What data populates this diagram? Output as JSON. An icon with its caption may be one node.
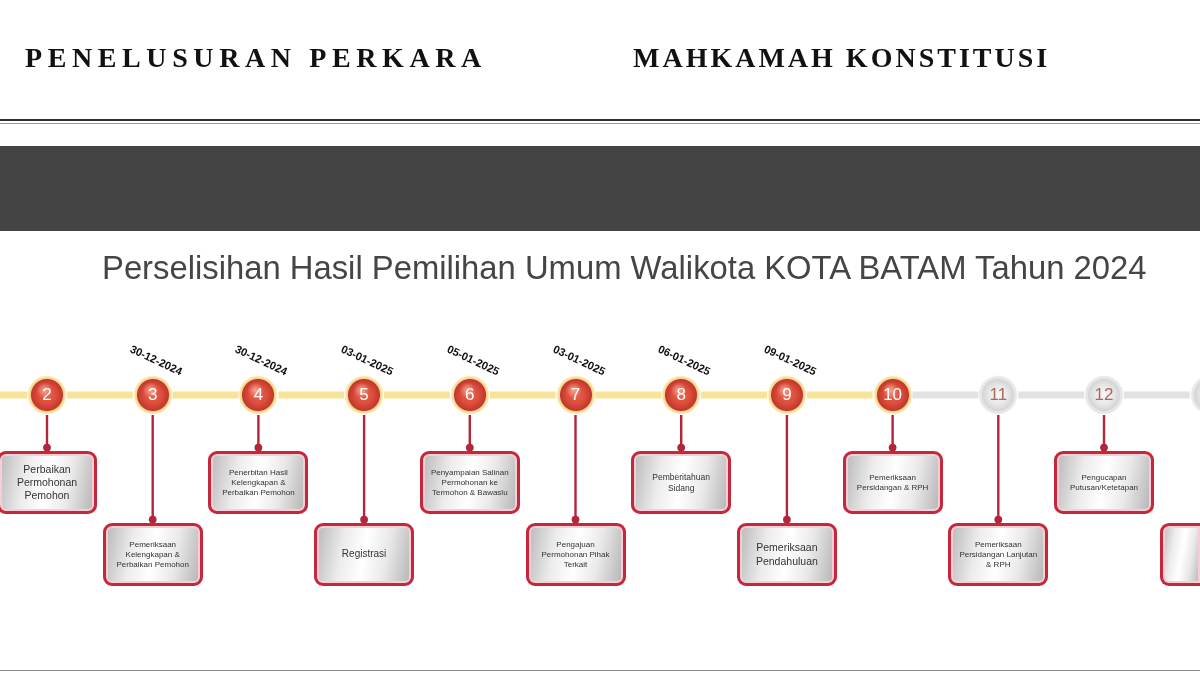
{
  "diagram": {
    "title": "Perselisihan Hasil Pemilihan Umum Walikota KOTA BATAM Tahun 2024",
    "nodes": [
      {
        "text": [],
        "shape": "bar"
      },
      {
        "text": [
          "2"
        ]
      },
      {
        "text": [
          "Perbaikan Permohonan Pemohon"
        ]
      },
      {
        "text": [
          "3"
        ],
        "beside": [
          "30-12-2024"
        ]
      },
      {
        "text": [
          "Pemeriksaan Kelengkapan & Perbaikan Pemohon"
        ]
      },
      {
        "text": [
          "4"
        ],
        "beside": [
          "30-12-2024"
        ]
      },
      {
        "text": [
          "Penerbitan Hasil Kelengkapan & Perbaikan Pemohon"
        ]
      },
      {
        "text": [
          "5"
        ],
        "beside": [
          "03-01-2025"
        ]
      },
      {
        "text": [
          "Registrasi"
        ]
      },
      {
        "text": [
          "6"
        ],
        "beside": [
          "05-01-2025"
        ]
      },
      {
        "text": [
          "Penyampaian Salinan Permohonan ke Termohon & Bawaslu"
        ]
      },
      {
        "text": [
          "7"
        ],
        "beside": [
          "03-01-2025"
        ]
      },
      {
        "text": [
          "Pengajuan Permohonan Pihak Terkait"
        ]
      },
      {
        "text": [
          "8"
        ],
        "beside": [
          "06-01-2025"
        ]
      },
      {
        "text": [
          "Pemberitahuan Sidang"
        ]
      },
      {
        "text": [
          "9"
        ],
        "beside": [
          "09-01-2025"
        ]
      },
      {
        "text": [
          "Pemeriksaan Pendahuluan"
        ]
      },
      {
        "text": [
          "10"
        ]
      },
      {
        "text": [
          "Pemeriksaan Persidangan & RPH"
        ]
      },
      {
        "text": [
          "11"
        ]
      },
      {
        "text": [
          "Pemeriksaan Persidangan Lanjutan & RPH"
        ]
      },
      {
        "text": [
          "12"
        ]
      },
      {
        "text": [
          "Pengucapan Putusan/Ketetapan"
        ]
      },
      {
        "text": [],
        "shape": "circle"
      },
      {
        "text": [],
        "shape": "box"
      }
    ],
    "edges": [
      {
        "from": null,
        "to": 1,
        "arrow": "none",
        "color": "#f7e39a"
      },
      {
        "from": 1,
        "to": 3,
        "arrow": "none",
        "color": "#f7e39a"
      },
      {
        "from": 3,
        "to": 5,
        "arrow": "none",
        "color": "#f7e39a"
      },
      {
        "from": 5,
        "to": 7,
        "arrow": "none",
        "color": "#f7e39a"
      },
      {
        "from": 7,
        "to": 9,
        "arrow": "none",
        "color": "#f7e39a"
      },
      {
        "from": 9,
        "to": 11,
        "arrow": "none",
        "color": "#f7e39a"
      },
      {
        "from": 11,
        "to": 13,
        "arrow": "none",
        "color": "#f7e39a"
      },
      {
        "from": 13,
        "to": 15,
        "arrow": "none",
        "color": "#f7e39a"
      },
      {
        "from": 15,
        "to": 17,
        "arrow": "none",
        "color": "#f7e39a"
      },
      {
        "from": 17,
        "to": 19,
        "arrow": "none",
        "color": "#e2e2e2"
      },
      {
        "from": 19,
        "to": 21,
        "arrow": "none",
        "color": "#e2e2e2"
      },
      {
        "from": 21,
        "to": 23,
        "arrow": "none",
        "color": "#e2e2e2"
      },
      {
        "from": 1,
        "to": 2,
        "arrow": "other"
      },
      {
        "from": 3,
        "to": 4,
        "arrow": "other"
      },
      {
        "from": 5,
        "to": 6,
        "arrow": "other"
      },
      {
        "from": 7,
        "to": 8,
        "arrow": "other"
      },
      {
        "from": 9,
        "to": 10,
        "arrow": "other"
      },
      {
        "from": 11,
        "to": 12,
        "arrow": "other"
      },
      {
        "from": 13,
        "to": 14,
        "arrow": "other"
      },
      {
        "from": 15,
        "to": 16,
        "arrow": "other"
      },
      {
        "from": 17,
        "to": 18,
        "arrow": "other"
      },
      {
        "from": 19,
        "to": 20,
        "arrow": "other"
      },
      {
        "from": 21,
        "to": 22,
        "arrow": "other"
      }
    ],
    "labels": [
      "PENELUSURAN PERKARA",
      "MAHKAMAH KONSTITUSI"
    ]
  }
}
